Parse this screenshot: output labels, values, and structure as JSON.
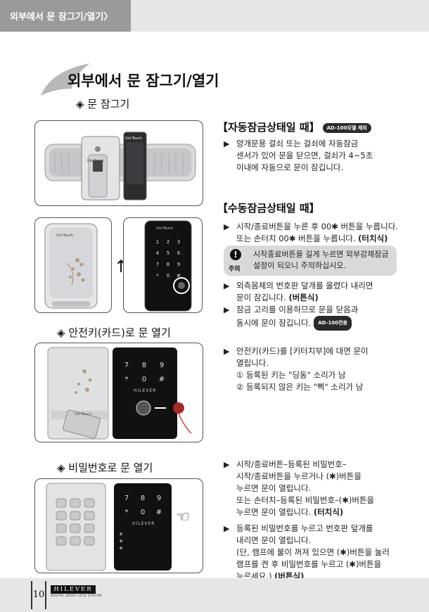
{
  "header": {
    "tab_label": "외부에서 문 잠그기/열기〉"
  },
  "page_title": "외부에서 문 잠그기/열기",
  "sections": {
    "lock": "◈  문 잠그기",
    "card": "◈  안전키(카드)로 문 열기",
    "password": "◈  비밀번호로 문 열기"
  },
  "auto_lock": {
    "heading": "【자동잠금상태일 때】",
    "badge": "AD-100모델 제외",
    "bullets": [
      {
        "lines": [
          "양개문용 걸쇠 또는 걸쇠에 자동잠금",
          "센서가 있어 문을 닫으면, 걸쇠가 4~5초",
          "이내에 자동으로 문이 잠깁니다."
        ]
      }
    ]
  },
  "manual_lock": {
    "heading": "【수동잠금상태일 때】",
    "bullet1": {
      "line1": "시작/종료버튼을 누른 후 00✱ 버튼을 누릅니다.",
      "line2": "또는 손터치 00✱ 버튼을 누릅니다.",
      "line2_em": "(터치식)"
    },
    "notice": {
      "label": "주의",
      "icon": "!",
      "lines": [
        "시작종료버튼을 길게 누르면 외부강제잠금",
        "설정이 되오니 주의하십시오."
      ]
    },
    "bullet2": {
      "line1": "외측몸체의 번호판 덮개를 올렸다 내리면",
      "line2": "문이 잠깁니다.",
      "line2_em": "(버튼식)"
    },
    "bullet3": {
      "line1": "잠금 고리를 이용하므로 문을 닫음과",
      "line2": "동시에 문이 잠깁니다.",
      "badge": "AD-100전용"
    }
  },
  "card_open": {
    "bullet": {
      "lines": [
        "안전키(카드)를 [키터치부]에 대면 문이",
        "열립니다."
      ]
    },
    "subs": [
      "① 등록된 키는 \"딩동\" 소리가 남",
      "② 등록되지 않은 키는 \"삑\" 소리가 남"
    ]
  },
  "password_open": {
    "bullet1": {
      "lines": [
        "시작/종료버튼–등록된 비밀번호–",
        "시작/종료버튼을 누르거나 (✱)버튼을",
        "누르면 문이 열립니다.",
        "또는 손터치–등록된 비밀번호–(✱)버튼을"
      ],
      "last": "누르면 문이 열립니다.",
      "last_em": "(터치식)"
    },
    "bullet2": {
      "lines": [
        "등록된 비밀번호를 누르고 번호판 덮개를",
        "내리면 문이 열립니다.",
        "(단, 램프에 불이 꺼져 있으면 (✱)버튼을 눌러",
        "램프를 켠 후 비밀번호를 누르고 (✱)버튼을"
      ],
      "last": "누르세요.)",
      "last_em": "(버튼식)"
    }
  },
  "lock_device": {
    "brand": "Uni-Touch",
    "keypad_keys": [
      "1",
      "2",
      "3",
      "4",
      "5",
      "6",
      "7",
      "8",
      "9",
      "✱",
      "0",
      "#"
    ],
    "keypad_brand": "HILEVER",
    "card_label": "Uni-Touch"
  },
  "footer": {
    "page_number": "10",
    "brand": "HILEVER",
    "brand_sub": "DIGITAL DOOR LOCK SYSTEM"
  },
  "colors": {
    "header_tab": "#9a9a9a",
    "header_bar": "#e6e6e6",
    "notice_bg": "#d9d9d9",
    "badge": "#2a2a2a"
  },
  "icons": [
    "arrow-bullet-icon",
    "warning-icon",
    "up-down-arrows-icon",
    "pointing-hand-icon"
  ]
}
